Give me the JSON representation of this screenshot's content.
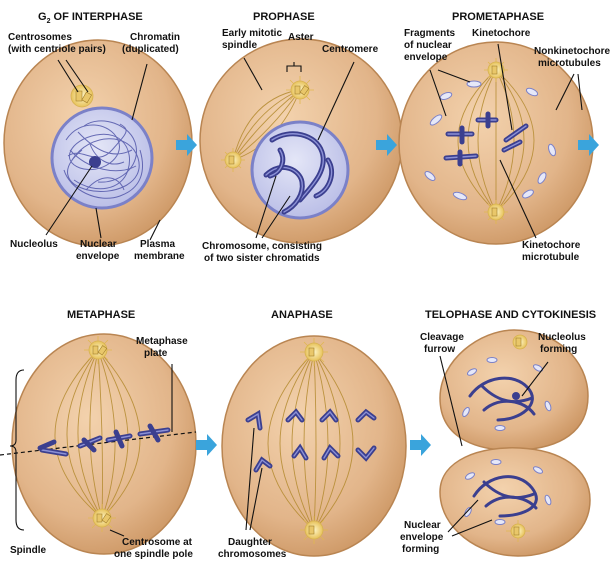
{
  "stages": {
    "g2": {
      "title_main": "G",
      "title_sub": "2",
      "title_rest": " OF INTERPHASE",
      "labels": {
        "centrosomes_1": "Centrosomes",
        "centrosomes_2": "(with centriole pairs)",
        "chromatin_1": "Chromatin",
        "chromatin_2": "(duplicated)",
        "nucleolus": "Nucleolus",
        "nuclear_1": "Nuclear",
        "nuclear_2": "envelope",
        "plasma_1": "Plasma",
        "plasma_2": "membrane"
      }
    },
    "prophase": {
      "title": "PROPHASE",
      "labels": {
        "spindle_1": "Early mitotic",
        "spindle_2": "spindle",
        "aster": "Aster",
        "centromere": "Centromere",
        "chromosome_1": "Chromosome, consisting",
        "chromosome_2": "of two sister chromatids"
      }
    },
    "prometaphase": {
      "title": "PROMETAPHASE",
      "labels": {
        "fragments_1": "Fragments",
        "fragments_2": "of nuclear",
        "fragments_3": "envelope",
        "kinetochore": "Kinetochore",
        "nonkin_1": "Nonkinetochore",
        "nonkin_2": "microtubules",
        "kinmt_1": "Kinetochore",
        "kinmt_2": "microtubule"
      }
    },
    "metaphase": {
      "title": "METAPHASE",
      "labels": {
        "plate_1": "Metaphase",
        "plate_2": "plate",
        "spindle": "Spindle",
        "centrosome_1": "Centrosome at",
        "centrosome_2": "one spindle pole"
      }
    },
    "anaphase": {
      "title": "ANAPHASE",
      "labels": {
        "daughter_1": "Daughter",
        "daughter_2": "chromosomes"
      }
    },
    "telophase": {
      "title": "TELOPHASE AND CYTOKINESIS",
      "labels": {
        "cleavage_1": "Cleavage",
        "cleavage_2": "furrow",
        "nucleolus_1": "Nucleolus",
        "nucleolus_2": "forming",
        "nuclear_1": "Nuclear",
        "nuclear_2": "envelope",
        "nuclear_3": "forming"
      }
    }
  },
  "colors": {
    "cell_fill": "#e2b58a",
    "cell_edge": "#b98552",
    "nucleus_fill": "#c9ccec",
    "nucleus_edge": "#7b81c8",
    "chromosome": "#4a4fa5",
    "spindle_fiber": "#b38a2e",
    "centrosome": "#f2d777",
    "arrow": "#3aa4dc"
  }
}
